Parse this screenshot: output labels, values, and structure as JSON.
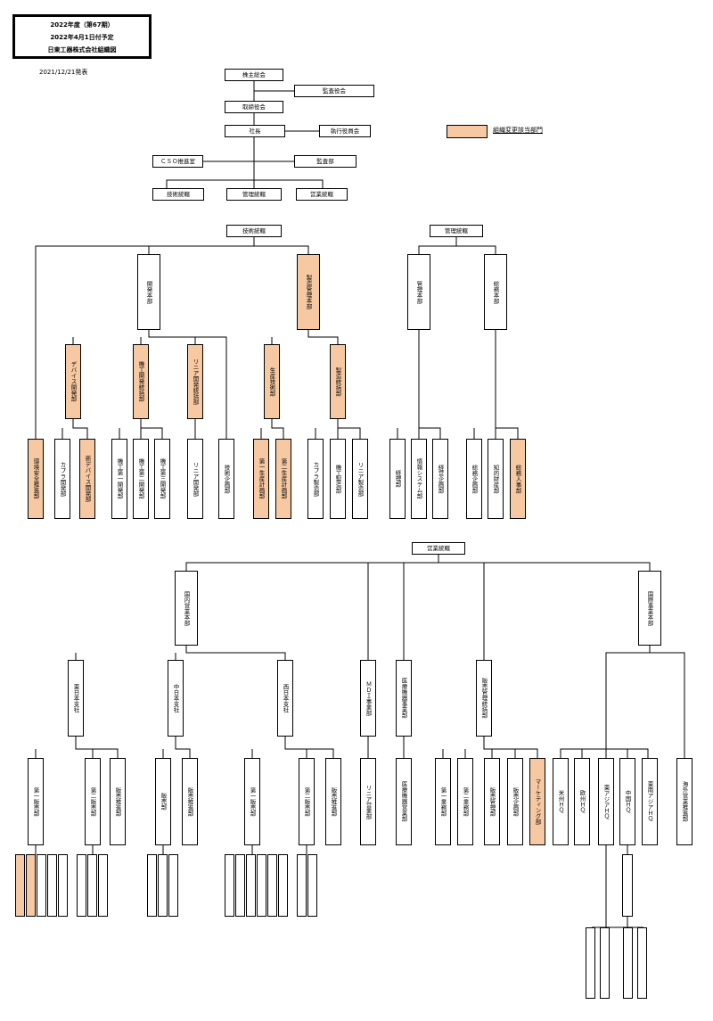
{
  "header": {
    "line1": "2022年度（第67期）",
    "line2": "2022年4月1日付予定",
    "line3": "日東工器株式会社組織図",
    "date": "2021/12/21発表"
  },
  "legend": {
    "label": "組織変更該当部門",
    "color": "#f7c9a3"
  },
  "top": {
    "shareholders": "株主総会",
    "auditors": "監査役会",
    "board": "取締役会",
    "president": "社長",
    "executive": "執行役員会",
    "cso": "ＣＳＯ推進室",
    "audit_office": "監査部",
    "tech": "技術統轄",
    "admin": "管理統轄",
    "sales": "営業統轄"
  },
  "tech": {
    "header": "技術統轄",
    "dev_hq": "開発本部",
    "mfg_hq": "製造管理本部",
    "dev_group_1": "デバイス開発部",
    "dev_group_2": "機工開発統括部",
    "dev_group_3": "リニア開発統括部",
    "prod_eng": "生産技術部",
    "prod_group": "製造統括部",
    "env_safety": "環境安全推進部",
    "coupling_dev": "カプラ開発部",
    "device_dev": "新デバイス開発部",
    "kiko_1": "機工第一開発部",
    "kiko_2": "機工第二開発部",
    "kiko_3": "機工第三開発部",
    "linear_dev": "リニア開発部",
    "tech_plan": "技術企画部",
    "mfg_plan_1": "第一生産計画部",
    "mfg_plan_2": "第二生産計画部",
    "mfg_a": "カプラ製造部",
    "mfg_b": "機工製造部",
    "mfg_c": "リニア製造部"
  },
  "admin": {
    "header": "管理統轄",
    "admin_hq": "管理本部",
    "general_hq": "総務本部",
    "accounting": "経理部",
    "info_sys": "情報システム部",
    "corp_plan": "経営企画部",
    "general_affairs": "総務企画部",
    "ip": "知的財産部",
    "hr": "総務人事部"
  },
  "sales": {
    "header": "営業統轄",
    "domestic_hq": "国内営業本部",
    "intl_hq": "国際事業本部",
    "mdi": "ＭＤＩ事業部",
    "medical": "医療機器事業部",
    "sales_mgmt": "販売管理統括部",
    "east": "東日本支社",
    "central": "中日本支社",
    "west": "西日本支社",
    "east_s1": "第一販売部",
    "east_s2": "第二販売部",
    "east_promo": "販売推進部",
    "central_sales": "販売部",
    "central_promo": "販売推進部",
    "west_s1": "第一販売部",
    "west_s2": "第二販売部",
    "west_promo": "販売推進部",
    "linear_sales": "リニア営業部",
    "medical_sales": "医療機器営業部",
    "biz_1": "第一業務部",
    "biz_2": "第二業務部",
    "sales_mgmt_dept": "販売管理部",
    "sales_plan": "販売企画部",
    "marketing": "マーケティング部",
    "americas": "米州ＨＱ",
    "europe": "欧州ＨＱ",
    "east_asia": "東アジアＨＱ",
    "china": "中国ＨＱ",
    "se_asia": "東南アジアＨＱ",
    "intl_promo": "海外営業推進部"
  }
}
